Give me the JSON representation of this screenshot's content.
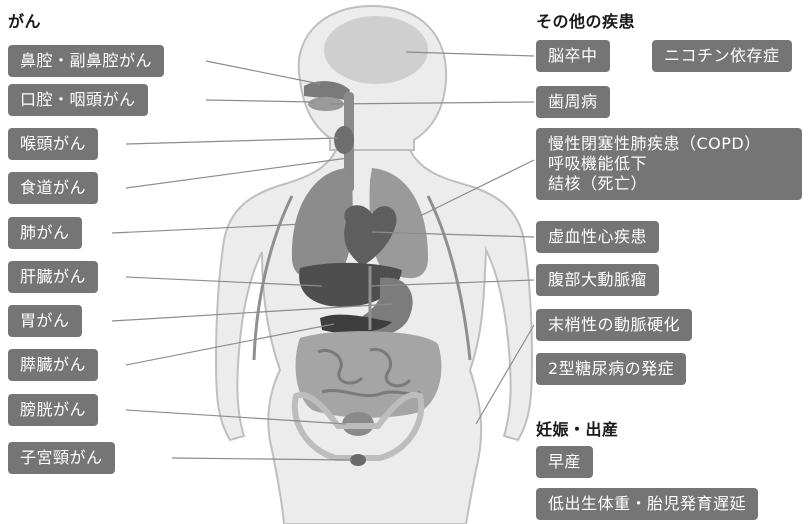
{
  "cancer": {
    "heading": "がん",
    "items": [
      "鼻腔・副鼻腔がん",
      "口腔・咽頭がん",
      "喉頭がん",
      "食道がん",
      "肺がん",
      "肝臓がん",
      "胃がん",
      "膵臓がん",
      "膀胱がん",
      "子宮頸がん"
    ]
  },
  "other_diseases": {
    "heading": "その他の疾患",
    "items": [
      "脳卒中",
      "ニコチン依存症",
      "歯周病",
      "慢性閉塞性肺疾患（COPD）",
      "呼吸機能低下",
      "結核（死亡）",
      "虚血性心疾患",
      "腹部大動脈瘤",
      "末梢性の動脈硬化",
      "2型糖尿病の発症"
    ]
  },
  "pregnancy": {
    "heading": "妊娠・出産",
    "items": [
      "早産",
      "低出生体重・胎児発育遅延"
    ]
  },
  "colors": {
    "tag_background": "#757575",
    "tag_text": "#ffffff",
    "body_outline": "#c8c8c8",
    "organ_dark": "#555555",
    "organ_mid": "#8a8a8a",
    "organ_light": "#b5b5b5"
  }
}
